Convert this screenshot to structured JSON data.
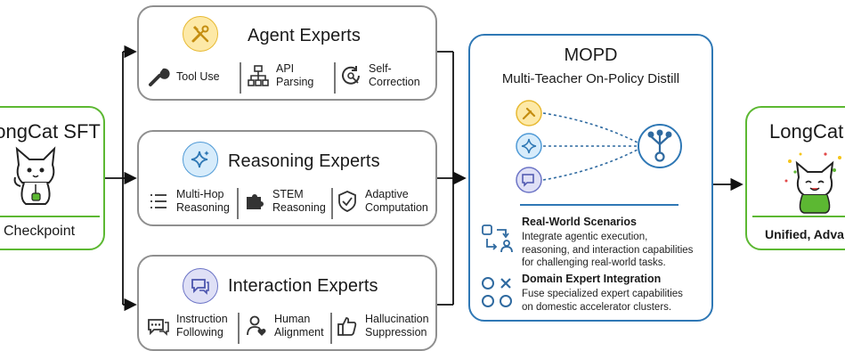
{
  "sft": {
    "title": "LongCat SFT",
    "footer": "Checkpoint"
  },
  "experts": [
    {
      "title": "Agent Experts",
      "color": "#e7b932",
      "items": [
        {
          "label": "Tool Use",
          "icon": "wrench-icon"
        },
        {
          "label": "API\nParsing",
          "icon": "hierarchy-icon"
        },
        {
          "label": "Self-\nCorrection",
          "icon": "refresh-target-icon"
        }
      ]
    },
    {
      "title": "Reasoning Experts",
      "color": "#4f9ad6",
      "items": [
        {
          "label": "Multi-Hop\nReasoning",
          "icon": "list-icon"
        },
        {
          "label": "STEM\nReasoning",
          "icon": "puzzle-icon"
        },
        {
          "label": "Adaptive\nComputation",
          "icon": "shield-check-icon"
        }
      ]
    },
    {
      "title": "Interaction Experts",
      "color": "#6c74c6",
      "items": [
        {
          "label": "Instruction\nFollowing",
          "icon": "chat-icon"
        },
        {
          "label": "Human\nAlignment",
          "icon": "person-heart-icon"
        },
        {
          "label": "Hallucination\nSuppression",
          "icon": "thumbs-up-icon"
        }
      ]
    }
  ],
  "mopd": {
    "title": "MOPD",
    "subtitle": "Multi-Teacher On-Policy Distill",
    "features": [
      {
        "title": "Real-World Scenarios",
        "desc": "Integrate agentic execution,\nreasoning, and interaction capabilities\nfor challenging real-world tasks.",
        "icon": "flow-arrows-icon"
      },
      {
        "title": "Domain Expert Integration",
        "desc": "Fuse specialized expert capabilities\non domestic accelerator clusters.",
        "icon": "grid-shapes-icon"
      }
    ]
  },
  "result": {
    "title": "LongCat",
    "footer": "Unified, Adva"
  },
  "colors": {
    "green": "#5cb832",
    "blue": "#2f78b5",
    "gray": "#8f8f8f"
  }
}
